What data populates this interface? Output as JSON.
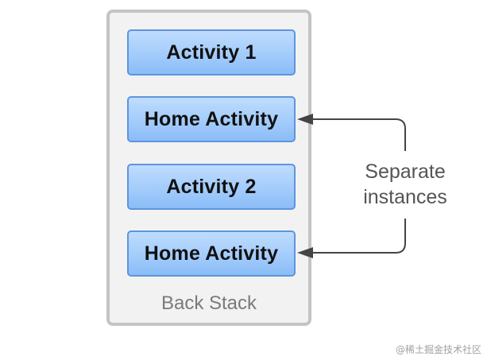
{
  "back_stack": {
    "caption": "Back Stack",
    "activities": [
      {
        "label": "Activity 1"
      },
      {
        "label": "Home Activity"
      },
      {
        "label": "Activity 2"
      },
      {
        "label": "Home Activity"
      }
    ]
  },
  "annotation": {
    "line1": "Separate",
    "line2": "instances"
  },
  "watermark": "@稀土掘金技术社区",
  "colors": {
    "box_border": "#5d95dd",
    "box_fill": "#a3ccfb",
    "frame_border": "#c4c4c4",
    "frame_fill": "#f2f2f2",
    "arrow": "#444444"
  }
}
